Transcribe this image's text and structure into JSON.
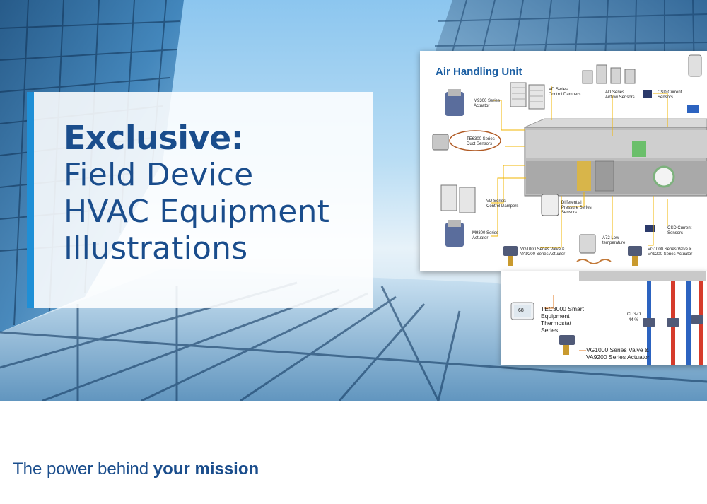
{
  "title": {
    "heading": "Exclusive:",
    "lines": [
      "Field Device",
      "HVAC Equipment",
      "Illustrations"
    ]
  },
  "diagram": {
    "title": "Air Handling Unit",
    "labels": {
      "m9300_top": "M9300 Series\nActuator",
      "vd_top": "VD Series\nControl Dampers",
      "ad": "AD Series\nAirflow Sensors",
      "csd_top": "CSD Current\nSensors",
      "te6300": "TE6300 Series\nDuct Sensors",
      "vd_bottom": "VD Series\nControl Dampers",
      "dp": "Differential\nPressure Series\nSensors",
      "csd_bottom": "CSD Current\nSensors",
      "m9300_bottom": "M9300 Series\nActuator",
      "vg1000_left": "VG1000 Series Valve &\nVA9200 Series Actuator",
      "a72": "A72 Low\ntemperature",
      "vg1000_right": "VG1000 Series Valve &\nVA9200 Series Actuator"
    },
    "sub": {
      "tec3000": "TEC3000 Smart\nEquipment\nThermostat\nSeries",
      "vg1000": "VG1000 Series Valve &\nVA9200 Series Actuator",
      "thermostat_reading": "68",
      "clg": "CLG-O",
      "clg_value": "44 %"
    }
  },
  "tagline": {
    "normal": "The power behind ",
    "bold": "your mission"
  },
  "colors": {
    "brand_blue": "#1a4d8c",
    "accent_bar": "#1f8fd6",
    "diagram_title": "#1c5fa3",
    "callout_line": "#f0b400"
  }
}
